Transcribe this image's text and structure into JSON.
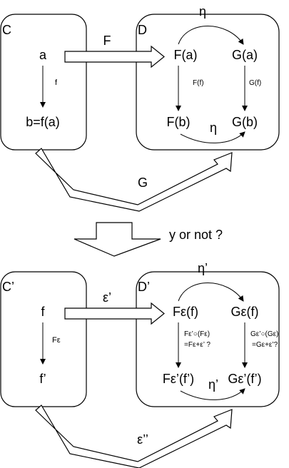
{
  "top": {
    "cat_c": "C",
    "cat_d": "D",
    "obj_a": "a",
    "obj_b": "b=f(a)",
    "morph_f": "f",
    "functor_f": "F",
    "functor_g": "G",
    "nat_eta_top": "η",
    "nat_eta_bottom": "η",
    "fa": "F(a)",
    "ga": "G(a)",
    "fb": "F(b)",
    "gb": "G(b)",
    "ff": "F(f)",
    "gf": "G(f)"
  },
  "question": "y or not ?",
  "bottom": {
    "cat_c": "C’",
    "cat_d": "D’",
    "obj_f": "f",
    "obj_fp": "f’",
    "morph_fe": "Fε",
    "functor_e": "ε’",
    "functor_e2": "ε’’",
    "nat_eta_top": "η’",
    "nat_eta_bottom": "η’",
    "fef": "Fε(f)",
    "gef": "Gε(f)",
    "fefp": "Fε’(f’)",
    "gefp": "Gε’(f’)",
    "fe_comp_1": "Fε’○(Fε)",
    "fe_comp_2": "=Fε+ε’ ?",
    "ge_comp_1": "Gε’○(Gε)",
    "ge_comp_2": "=Gε+ε’?"
  },
  "colors": {
    "stroke": "#000000",
    "fill": "#ffffff"
  }
}
